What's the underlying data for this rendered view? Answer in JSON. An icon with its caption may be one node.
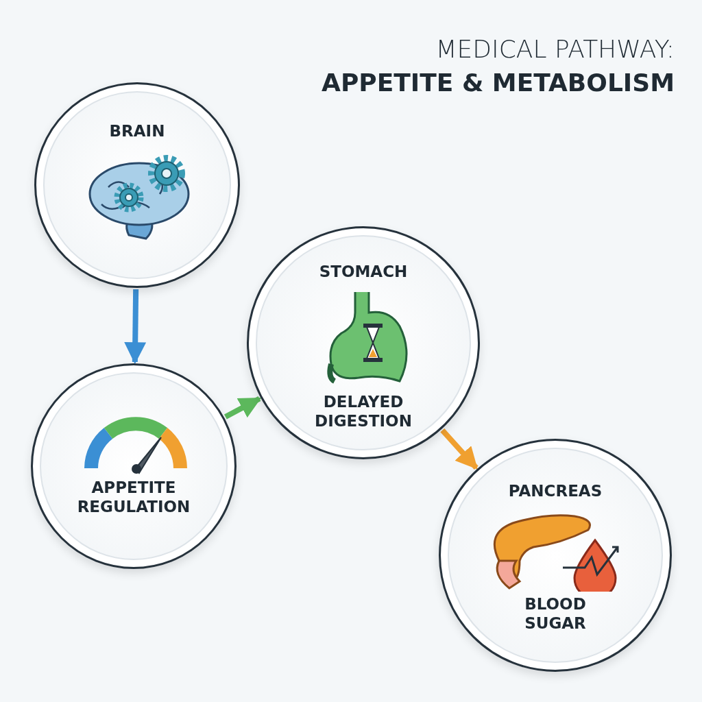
{
  "diagram": {
    "title": "MEDICAL PATHWAY: **APPETITE & METABOLISM**",
    "nodes": [
      {
        "text": [
          "BRAIN"
        ]
      },
      {
        "text": [
          "APPETITE REGULATION"
        ]
      },
      {
        "text": [
          "STOMACH",
          "DELAYED DIGESTION"
        ]
      },
      {
        "text": [
          "PANCREAS",
          "BLOOD SUGAR"
        ]
      }
    ],
    "edges": [
      {
        "from": 0,
        "to": 1,
        "arrow": "to",
        "color": "#3b8fd4"
      },
      {
        "from": 1,
        "to": 2,
        "arrow": "to",
        "color": "#5cb85c"
      },
      {
        "from": 2,
        "to": 3,
        "arrow": "to",
        "color": "#f0a030"
      }
    ]
  }
}
